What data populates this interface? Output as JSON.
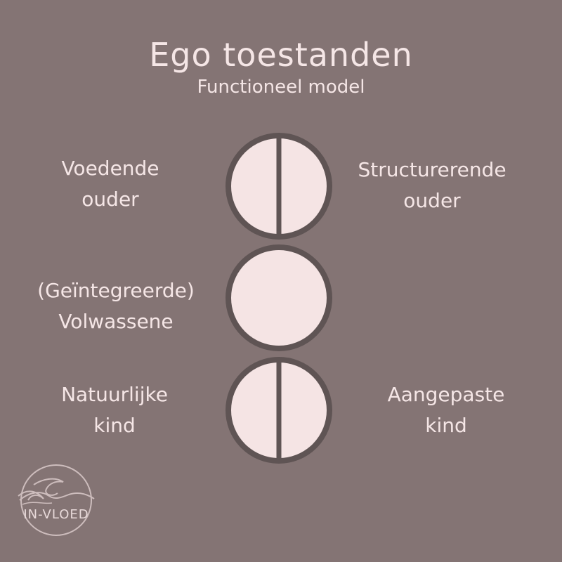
{
  "title": "Ego toestanden",
  "subtitle": "Functioneel model",
  "labels": {
    "voedende_ouder": [
      "Voedende",
      "ouder"
    ],
    "structurerende_ouder": [
      "Structurerende",
      "ouder"
    ],
    "volwassene": [
      "(Geïntegreerde)",
      "Volwassene"
    ],
    "natuurlijke_kind": [
      "Natuurlijke",
      "kind"
    ],
    "aangepaste_kind": [
      "Aangepaste",
      "kind"
    ]
  },
  "logo": {
    "text": "IN-VLOED",
    "icon": "wave-icon"
  },
  "colors": {
    "background": "#847474",
    "circle_fill": "#f5e4e4",
    "circle_stroke": "#5f5454",
    "text": "#f5e6e6"
  }
}
